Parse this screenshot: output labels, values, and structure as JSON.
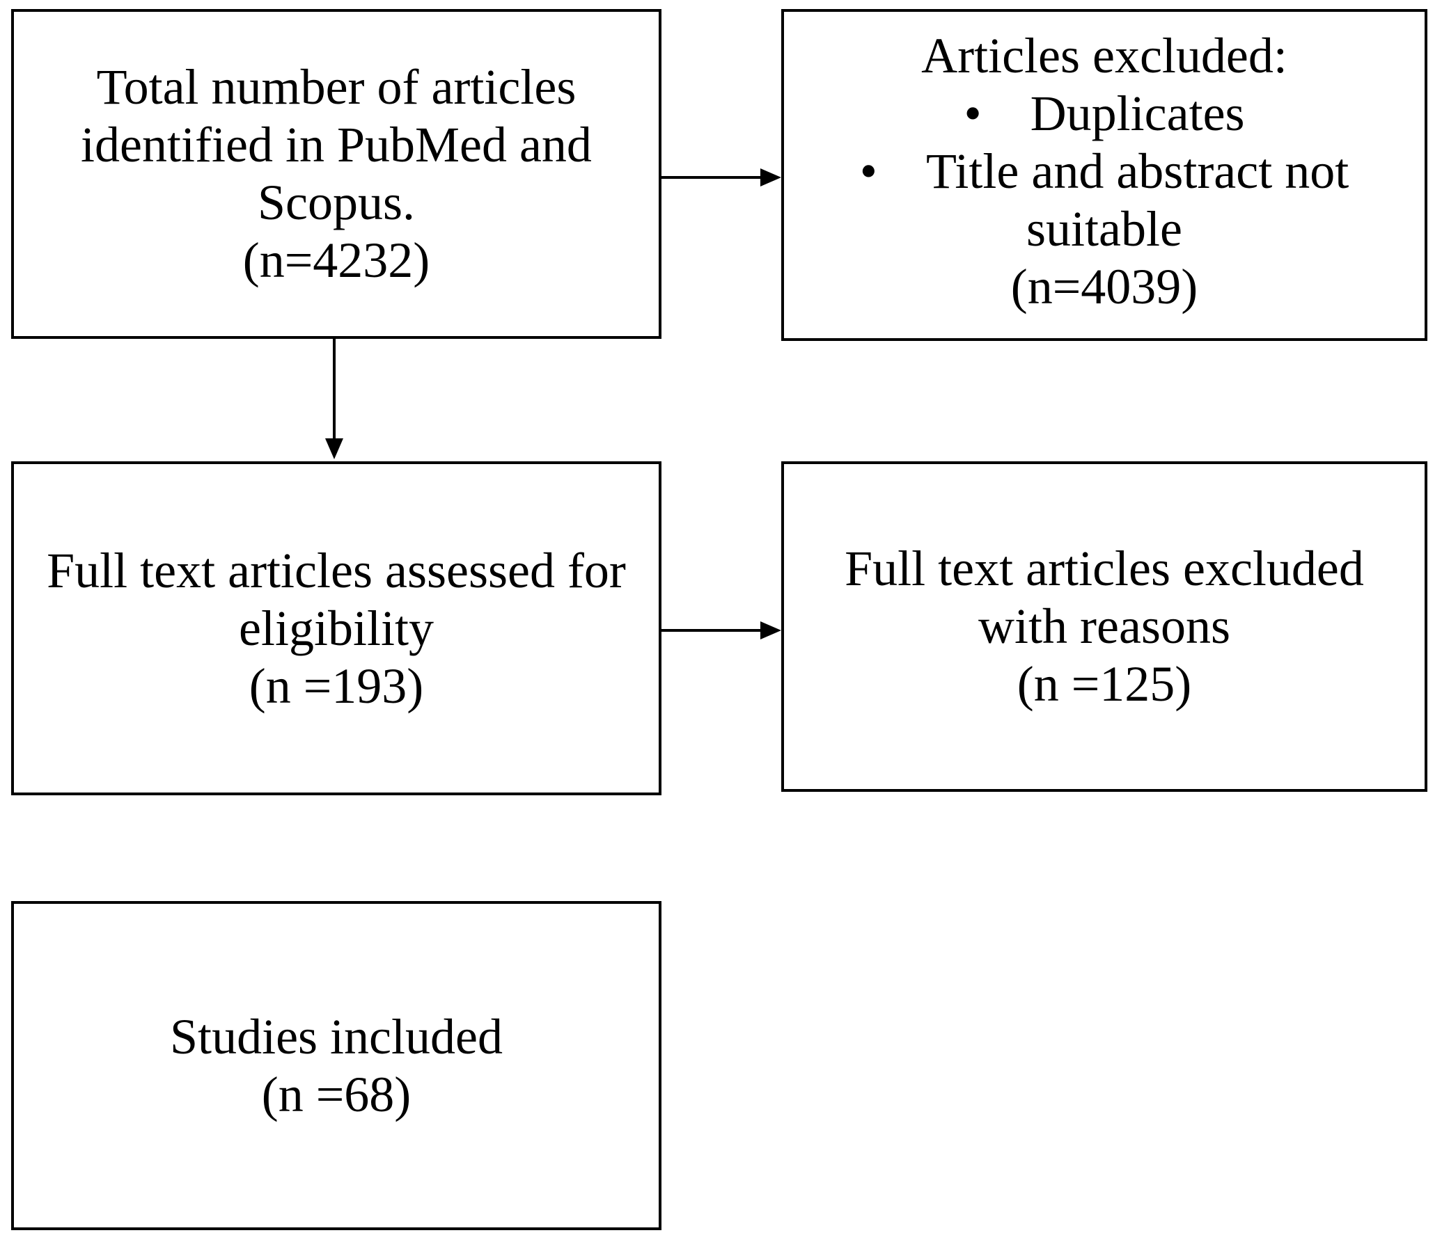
{
  "figure": {
    "background_color": "#ffffff",
    "line_color": "#000000",
    "text_color": "#000000"
  },
  "boxes": {
    "identification": {
      "lines": [
        "Total number of articles",
        "identified in PubMed and",
        "Scopus.",
        "(n=4232)"
      ]
    },
    "excluded": {
      "heading": "Articles excluded:",
      "items": [
        {
          "bullet": "•",
          "lines": [
            "Duplicates"
          ]
        },
        {
          "bullet": "•",
          "lines": [
            "Title and abstract not",
            "suitable"
          ]
        }
      ],
      "count": "(n=4039)"
    },
    "eligibility": {
      "lines": [
        "Full text articles assessed for",
        "eligibility",
        "(n =193)"
      ]
    },
    "fulltext_excluded": {
      "lines": [
        "Full text articles excluded",
        "with reasons",
        "(n =125)"
      ]
    },
    "included": {
      "lines": [
        "Studies included",
        "(n =68)"
      ]
    }
  }
}
